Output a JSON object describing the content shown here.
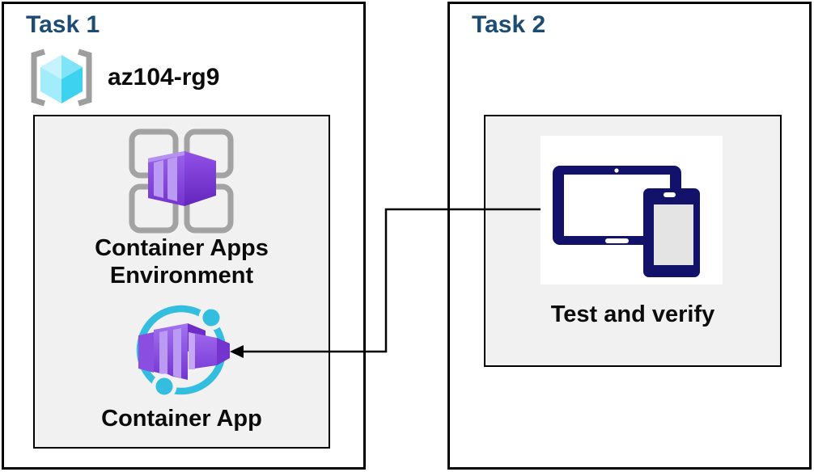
{
  "task1": {
    "title": "Task 1",
    "resource_group_name": "az104-rg9",
    "environment_label_line1": "Container Apps",
    "environment_label_line2": "Environment",
    "container_app_label": "Container App"
  },
  "task2": {
    "title": "Task 2",
    "test_label": "Test and verify"
  },
  "icons": {
    "resource_group": "azure-resource-group-icon",
    "container_apps_environment": "azure-container-apps-environment-icon",
    "container_app": "azure-container-app-icon",
    "devices": "tablet-and-phone-icon",
    "connector": "arrow-connector"
  },
  "colors": {
    "task_title": "#1C4B73",
    "label_text": "#0B0B0B",
    "panel_fill": "#F1F1F1",
    "border": "#000000",
    "connector": "#000000",
    "azure_cyan": "#33BDDF",
    "azure_purple": "#8148DE",
    "cube_cyan_light": "#C6F3FD",
    "cube_cyan_dark": "#3ED2F1",
    "bracket_gray": "#9E9E9E",
    "grid_gray": "#A3A3A3",
    "device_navy": "#12126B",
    "device_screen_gray": "#E4E4E4"
  }
}
